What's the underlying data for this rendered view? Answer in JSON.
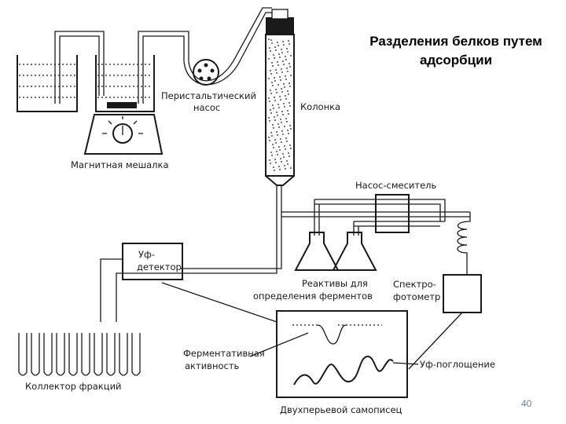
{
  "slide": {
    "title_line1": "Разделения белков путем",
    "title_line2": "адсорбции",
    "page_number": "40"
  },
  "labels": {
    "pump": [
      "Перистальтический",
      "насос"
    ],
    "column": "Колонка",
    "stirrer": "Магнитная мешалка",
    "mixer_pump": "Насос-смеситель",
    "uv_detector": [
      "Уф-",
      "детектор"
    ],
    "reagents": [
      "Реактивы для",
      "определения ферментов"
    ],
    "spectrophotometer": [
      "Спектро-",
      "фотометр"
    ],
    "enzyme_activity": [
      "Ферментативная",
      "активность"
    ],
    "uv_absorption": "Уф-поглощение",
    "fraction_collector": "Коллектор фракций",
    "recorder": "Двухперьевой самописец"
  }
}
